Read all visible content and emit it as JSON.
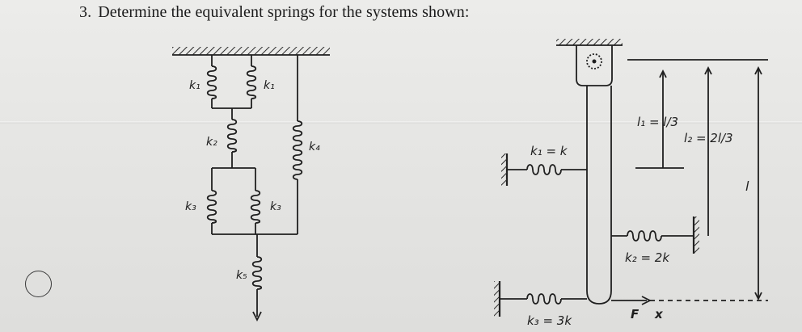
{
  "question": {
    "number": "3.",
    "text": "Determine the equivalent springs for the systems shown:"
  },
  "figure_left": {
    "labels": {
      "k1_left": "k₁",
      "k1_right": "k₁",
      "k2": "k₂",
      "k3_left": "k₃",
      "k3_right": "k₃",
      "k4": "k₄",
      "k5": "k₅"
    }
  },
  "figure_right": {
    "labels": {
      "k1_eq": "k₁ = k",
      "k2_eq": "k₂ = 2k",
      "k3_eq": "k₃ = 3k",
      "l1": "l₁ = l/3",
      "l2": "l₂ = 2l/3",
      "l": "l",
      "F": "F",
      "x": "x"
    }
  },
  "colors": {
    "ink": "#1f1f1f",
    "paper": "#e6e6e4"
  }
}
